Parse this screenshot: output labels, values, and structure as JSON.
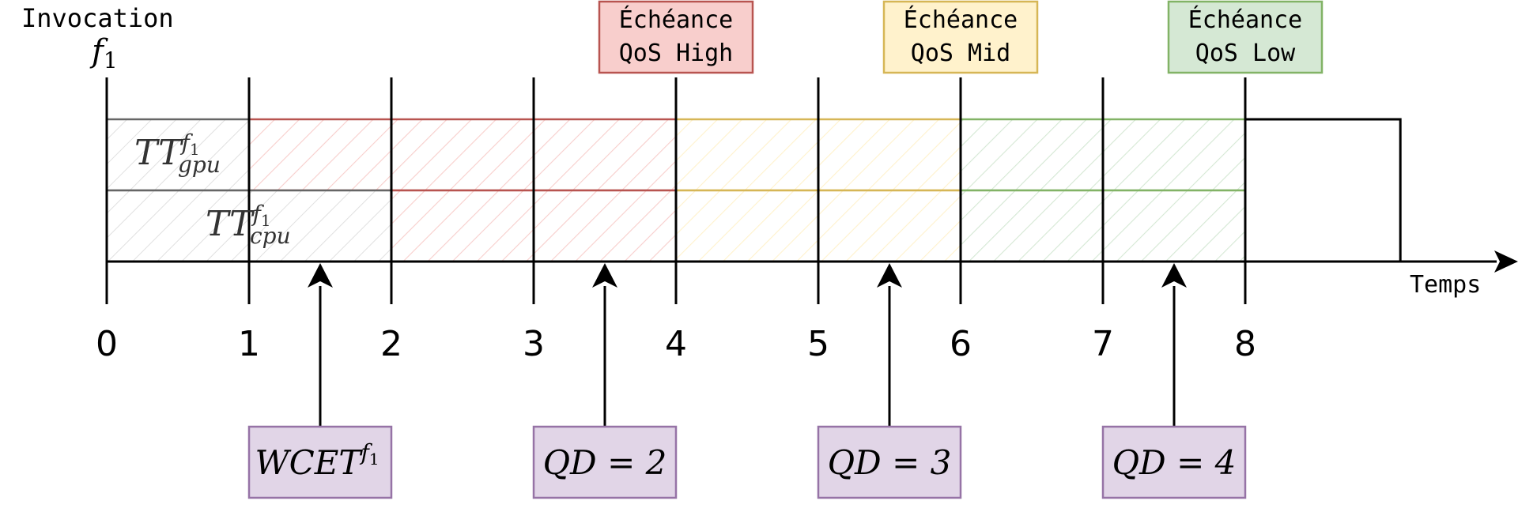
{
  "header": {
    "invocation_label": "Invocation",
    "invocation_func": "f",
    "invocation_sub": "1"
  },
  "axis": {
    "time_label": "Temps",
    "ticks": [
      "0",
      "1",
      "2",
      "3",
      "4",
      "5",
      "6",
      "7",
      "8"
    ]
  },
  "deadlines": [
    {
      "line1": "Échéance",
      "line2": "QoS High",
      "at": 4,
      "fill": "#f8cecc",
      "stroke": "#b85450"
    },
    {
      "line1": "Échéance",
      "line2": "QoS Mid",
      "at": 6,
      "fill": "#fff2cc",
      "stroke": "#d6b656"
    },
    {
      "line1": "Échéance",
      "line2": "QoS Low",
      "at": 8,
      "fill": "#d5e8d4",
      "stroke": "#82b366"
    }
  ],
  "rows": {
    "gpu": {
      "base": "TT",
      "sup": "f",
      "sup_sub": "1",
      "sub": "gpu"
    },
    "cpu": {
      "base": "TT",
      "sup": "f",
      "sup_sub": "1",
      "sub": "cpu"
    }
  },
  "zones": [
    {
      "name": "high",
      "from": 0,
      "to": 4,
      "fill": "#f8cecc",
      "stroke": "#b85450"
    },
    {
      "name": "mid",
      "from": 4,
      "to": 6,
      "fill": "#fff2cc",
      "stroke": "#d6b656"
    },
    {
      "name": "low",
      "from": 6,
      "to": 8,
      "fill": "#d5e8d4",
      "stroke": "#82b366"
    }
  ],
  "markers": [
    {
      "at": 1.5,
      "base": "WCET",
      "sup": "f",
      "sup_sub": "1"
    },
    {
      "at": 3.5,
      "text": "QD = 2"
    },
    {
      "at": 5.5,
      "text": "QD = 3"
    },
    {
      "at": 7.5,
      "text": "QD = 4"
    }
  ],
  "colors": {
    "neutral_stroke": "#666666",
    "marker_fill": "#e1d5e7",
    "marker_stroke": "#9673a6",
    "axis": "#000000"
  }
}
